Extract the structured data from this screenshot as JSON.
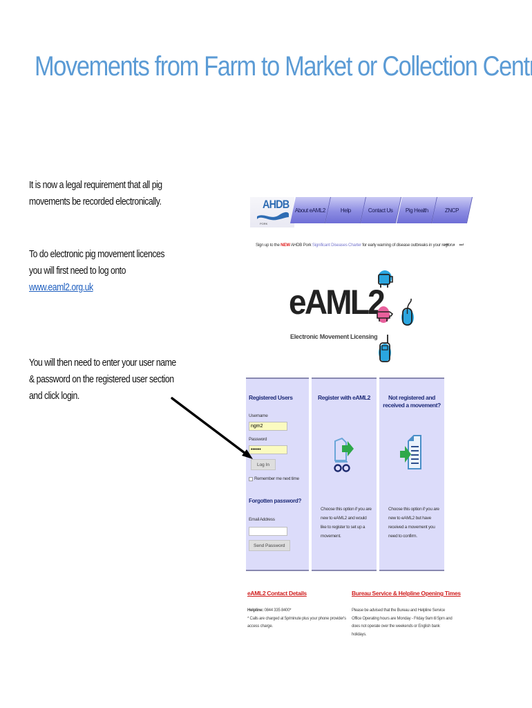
{
  "title": "Movements from Farm to Market or Collection Centre",
  "instructions": {
    "paragraph1": "It is now a legal requirement that all pig movements be recorded electronically.",
    "paragraph2": "To do electronic pig movement licences you will first need to log onto",
    "link_text": "www.eaml2.org.uk",
    "paragraph3": "You will then need to enter your user name & password on the registered user section and click login."
  },
  "screenshot": {
    "logo": {
      "text": "AHDB",
      "subtext": "PORK"
    },
    "nav_tabs": [
      "About eAML2",
      "Help",
      "Contact Us",
      "Pig Health",
      "ZNCP"
    ],
    "ticker": {
      "prefix": "Sign up to the ",
      "new_label": "NEW",
      "middle": " AHDB Pork ",
      "highlight": "Significant Diseases Charter",
      "suffix": " for early warning of disease outbreaks in your region.",
      "controls": "⏮ ⏸ ⏭"
    },
    "brand": {
      "name": "eAML2",
      "tagline": "Electronic Movement Licensing"
    },
    "registered_users": {
      "heading": "Registered Users",
      "username_label": "Username",
      "username_value": "ngm2",
      "password_label": "Password",
      "password_value": "••••••",
      "login_button": "Log In",
      "remember_label": "Remember me next time",
      "forgot_heading": "Forgotten password?",
      "email_label": "Email Address",
      "email_value": "",
      "send_button": "Send Password"
    },
    "register_panel": {
      "heading": "Register with eAML2",
      "description": "Choose this option if you are new to eAML2 and would like to register to set up a movement."
    },
    "not_registered_panel": {
      "heading": "Not registered and received a movement?",
      "description": "Choose this option if you are new to eAML2 but have received a movement you need to confirm."
    },
    "contact": {
      "heading": "eAML2 Contact Details",
      "helpline_label": "Helpline:",
      "helpline_value": " 0844 335 8400*",
      "note": "* Calls are charged at 5p/minute plus your phone provider's access charge."
    },
    "opening_times": {
      "heading": "Bureau Service & Helpline Opening Times",
      "text": "Please be advised that the Bureau and Helpline Service Office Operating hours are Monday - Friday 9am til 5pm and does not operate over the weekends or English bank holidays."
    }
  },
  "colors": {
    "title": "#5b9bd5",
    "link": "#1f5fbf",
    "panel_bg": "#dcdcfa",
    "panel_heading": "#1e2b78",
    "footer_heading": "#d01e1e",
    "nav_tab": "#8c8ce2"
  }
}
